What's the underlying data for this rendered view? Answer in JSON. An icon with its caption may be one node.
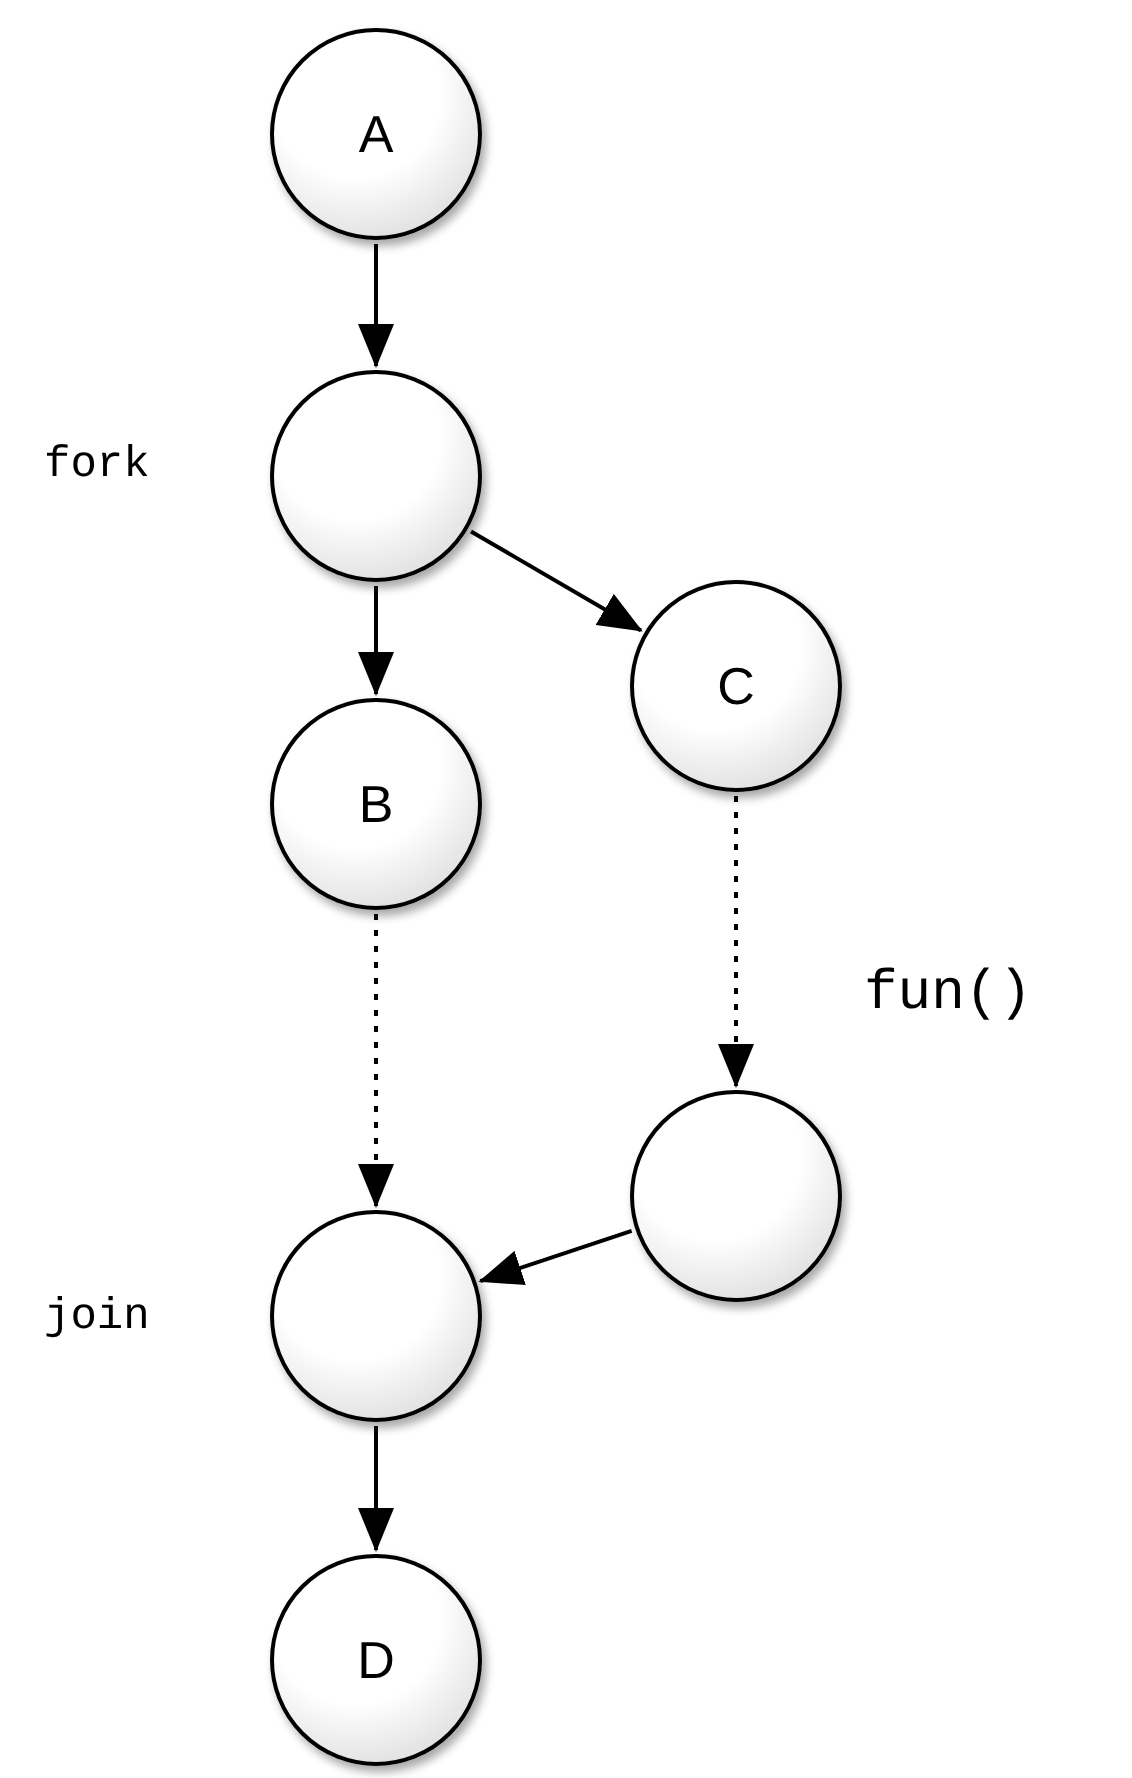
{
  "diagram": {
    "nodes": [
      {
        "text": [
          "A"
        ]
      },
      {
        "text": [],
        "shape": "circle",
        "beside": [
          "fork"
        ]
      },
      {
        "text": [
          "C"
        ]
      },
      {
        "text": [
          "B"
        ]
      },
      {
        "text": [],
        "shape": "circle"
      },
      {
        "text": [],
        "shape": "circle",
        "beside": [
          "join"
        ]
      },
      {
        "text": [
          "D"
        ]
      }
    ],
    "edges": [
      {
        "from": 0,
        "to": 1,
        "arrow": "to"
      },
      {
        "from": 1,
        "to": 3,
        "arrow": "to"
      },
      {
        "from": 1,
        "to": 2,
        "arrow": "to"
      },
      {
        "from": 3,
        "to": 5,
        "arrow": "to",
        "style": "dashed"
      },
      {
        "from": 2,
        "to": 4,
        "arrow": "to",
        "style": "dashed",
        "label": "fun()"
      },
      {
        "from": 4,
        "to": 5,
        "arrow": "to"
      },
      {
        "from": 5,
        "to": 6,
        "arrow": "to"
      }
    ]
  }
}
